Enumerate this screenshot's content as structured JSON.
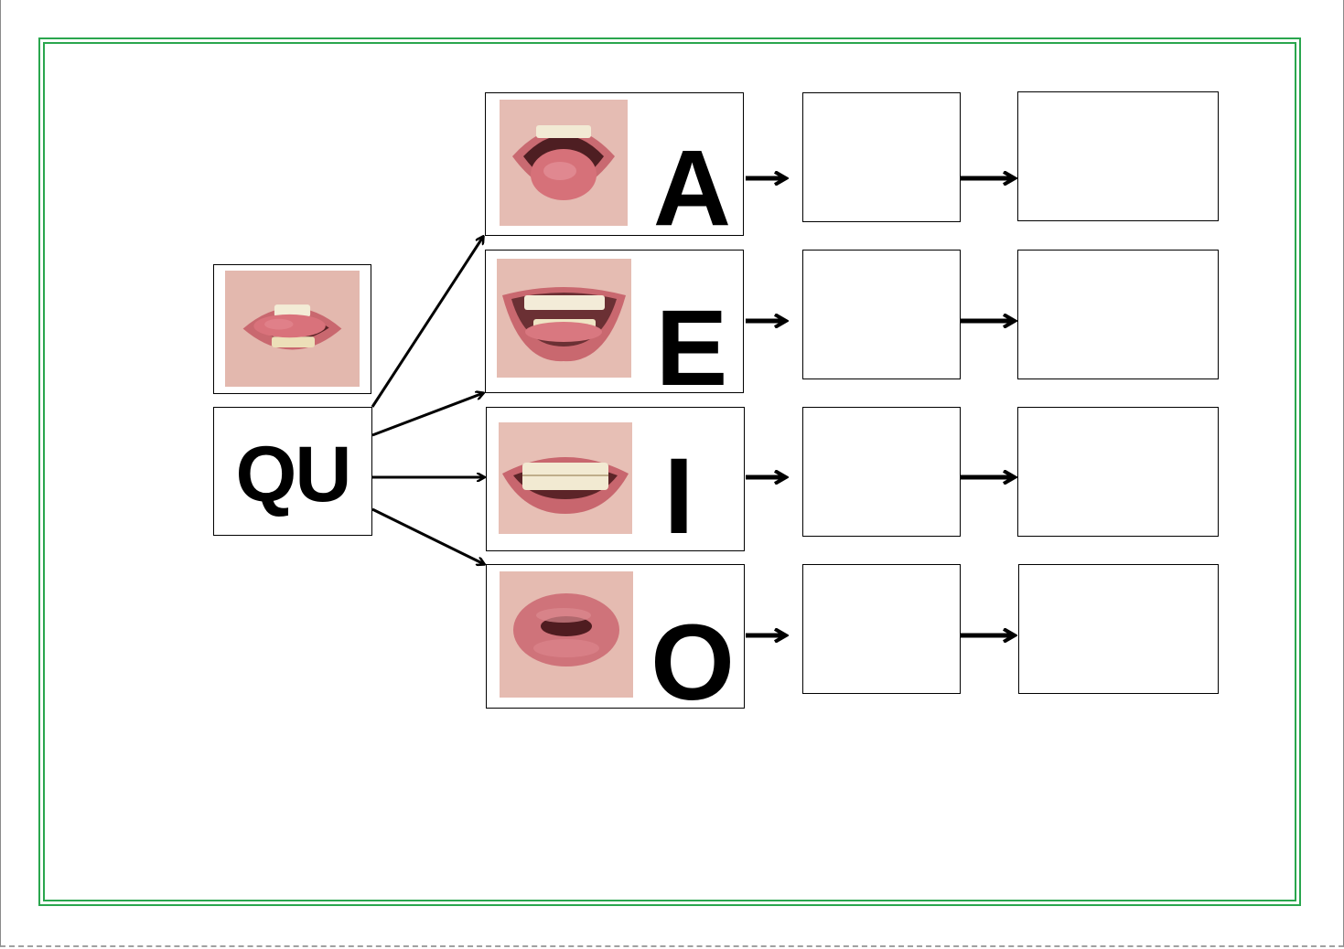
{
  "start": {
    "label": "QU",
    "mouth": "tongue-between-teeth-mouth-photo"
  },
  "vowels": [
    {
      "letter": "A",
      "mouth": "open-mouth-tongue-photo"
    },
    {
      "letter": "E",
      "mouth": "wide-smile-teeth-photo"
    },
    {
      "letter": "I",
      "mouth": "closed-smile-teeth-photo"
    },
    {
      "letter": "O",
      "mouth": "rounded-lips-photo"
    }
  ],
  "colors": {
    "frame": "#2aa64e",
    "lines": "#000000",
    "lips": "#c96f74",
    "skin": "#e7bcb2"
  },
  "icons": {
    "arrow": "arrow-right-icon"
  }
}
